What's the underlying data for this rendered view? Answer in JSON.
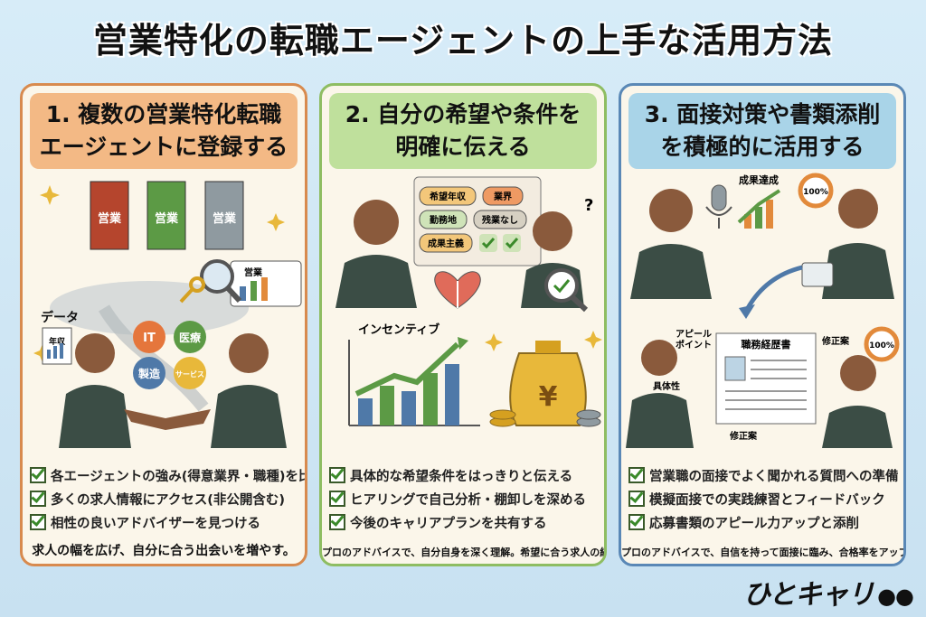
{
  "title": "営業特化の転職エージェントの上手な活用方法",
  "panels": [
    {
      "heading": "1. 複数の営業特化転職\nエージェントに登録する",
      "door_label": "営業",
      "screen_label": "営業",
      "data_label": "データ",
      "doc_label": "年収",
      "bubbles": [
        "IT",
        "医療",
        "製造",
        "サービス"
      ],
      "checks": [
        "各エージェントの強み(得意業界・職種)を比較",
        "多くの求人情報にアクセス(非公開含む)",
        "相性の良いアドバイザーを見つける"
      ],
      "summary": "求人の幅を広げ、自分に合う出会いを増やす。"
    },
    {
      "heading": "2. 自分の希望や条件を\n明確に伝える",
      "tags": [
        "希望年収",
        "業界",
        "勤務地",
        "残業なし",
        "成果主義"
      ],
      "question_mark": "?",
      "chart_label": "インセンティブ",
      "yen": "¥",
      "checks": [
        "具体的な希望条件をはっきりと伝える",
        "ヒアリングで自己分析・棚卸しを深める",
        "今後のキャリアプランを共有する"
      ],
      "summary": "プロのアドバイスで、自分自身を深く理解。希望に合う求人の紹介を増やす。"
    },
    {
      "heading": "3. 面接対策や書類添削\nを積極的に活用する",
      "growth_label": "成果達成",
      "percent": "100%",
      "appeal_label": "アピール\nポイント",
      "resume_title": "職務経歴書",
      "fix_label": "修正案",
      "concrete_label": "具体性",
      "fix_label_bottom": "修正案",
      "percent_bottom": "100%",
      "checks": [
        "営業職の面接でよく聞かれる質問への準備",
        "模擬面接での実践練習とフィードバック",
        "応募書類のアピール力アップと添削"
      ],
      "summary": "プロのアドバイスで、自信を持って面接に臨み、合格率をアップ。"
    }
  ],
  "logo": "ひとキャリ",
  "colors": {
    "panel1": "#f3b985",
    "panel2": "#bfe09c",
    "panel3": "#a9d4e8",
    "suit": "#3b4d45",
    "skin": "#8a5a3c"
  }
}
